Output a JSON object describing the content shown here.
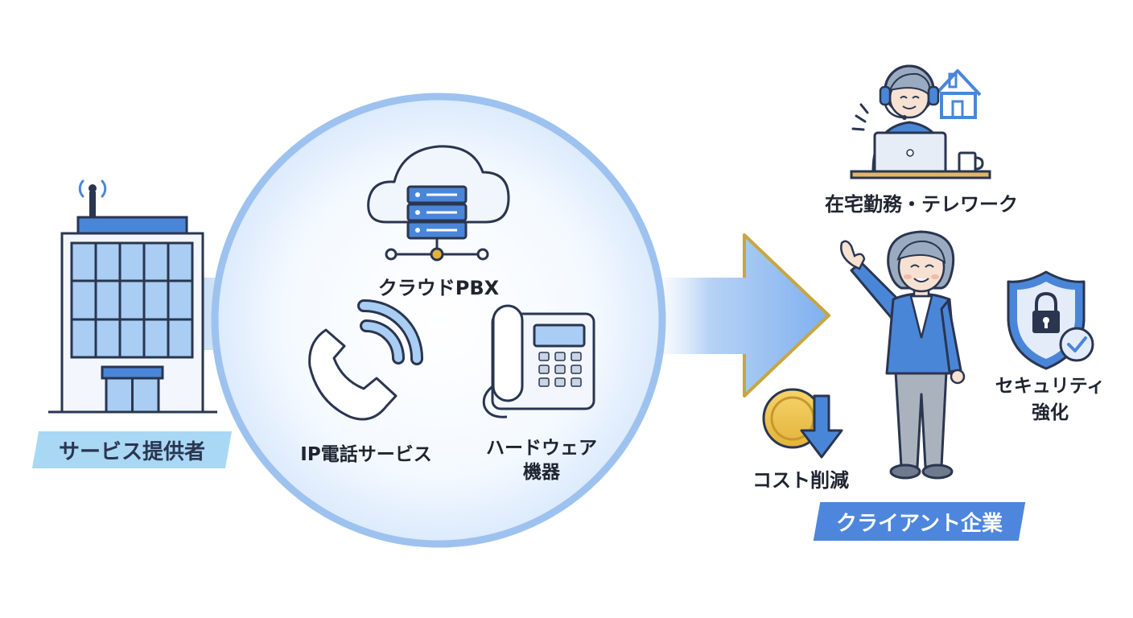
{
  "provider": {
    "label": "サービス提供者"
  },
  "services": {
    "cloud_pbx": "クラウドPBX",
    "ip_phone": "IP電話サービス",
    "hardware_line1": "ハードウェア",
    "hardware_line2": "機器"
  },
  "client": {
    "label": "クライアント企業",
    "remote_work": "在宅勤務・テレワーク",
    "cost_reduction": "コスト削減",
    "security_line1": "セキュリティ",
    "security_line2": "強化"
  },
  "colors": {
    "accent_blue": "#4a86d8",
    "light_blue": "#a9cbf3",
    "navy": "#2a3550",
    "gold": "#c8a640",
    "provider_tag": "#a9d8f5",
    "client_tag": "#4d86dc"
  }
}
